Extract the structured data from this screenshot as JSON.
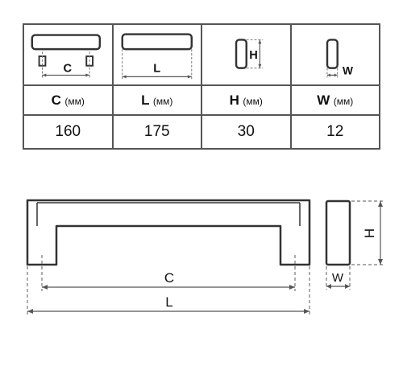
{
  "table": {
    "columns": [
      {
        "symbol": "C",
        "unit": "(мм)",
        "value": "160"
      },
      {
        "symbol": "L",
        "unit": "(мм)",
        "value": "175"
      },
      {
        "symbol": "H",
        "unit": "(мм)",
        "value": "30"
      },
      {
        "symbol": "W",
        "unit": "(мм)",
        "value": "12"
      }
    ]
  },
  "icons": {
    "c_letter": "C",
    "l_letter": "L",
    "h_letter": "H",
    "w_letter": "W"
  },
  "drawing": {
    "c_label": "C",
    "l_label": "L",
    "h_label": "H",
    "w_label": "W"
  },
  "colors": {
    "outline": "#333333",
    "dimension": "#555555",
    "table_border": "#555555"
  }
}
